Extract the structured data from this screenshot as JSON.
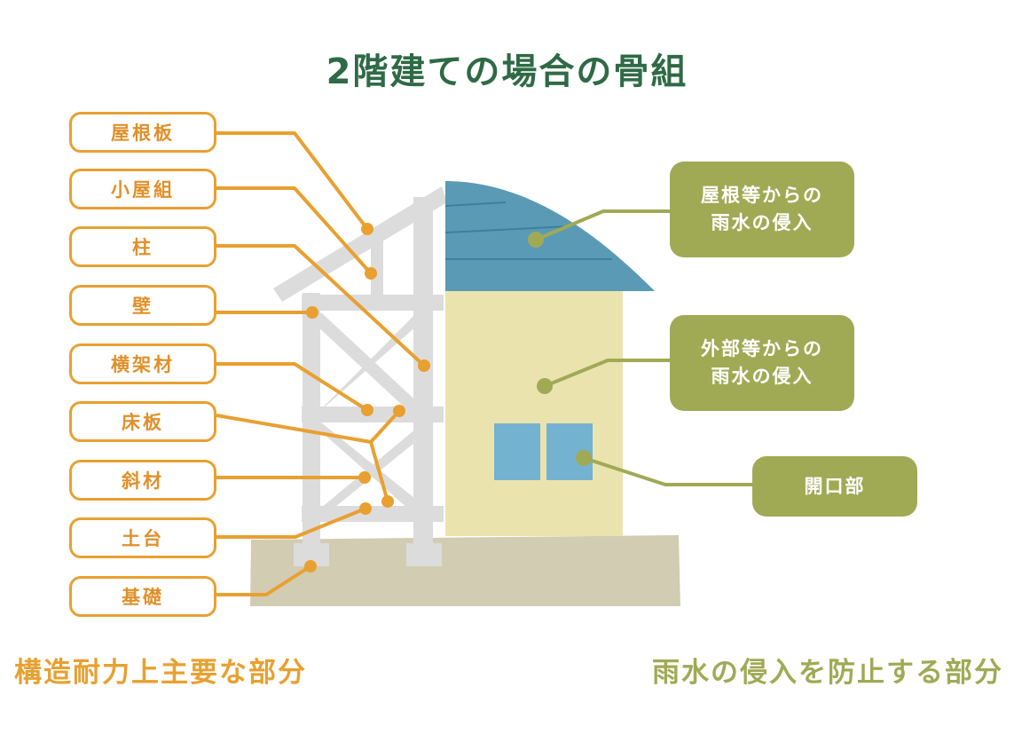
{
  "title": "2階建ての場合の骨組",
  "structure_labels": [
    "屋根板",
    "小屋組",
    "柱",
    "壁",
    "横架材",
    "床板",
    "斜材",
    "土台",
    "基礎"
  ],
  "water_labels": [
    "屋根等からの\n雨水の侵入",
    "外部等からの\n雨水の侵入",
    "開口部"
  ],
  "captions": {
    "left": "構造耐力上主要な部分",
    "right": "雨水の侵入を防止する部分"
  },
  "colors": {
    "orange": "#e8a030",
    "green": "#a0aa55",
    "title": "#2f6a46",
    "frame": "#dcdcdc",
    "roof": "#5a9ab5",
    "wall": "#ebe3ad",
    "ground": "#d2ccb2",
    "window": "#74b2d2"
  }
}
